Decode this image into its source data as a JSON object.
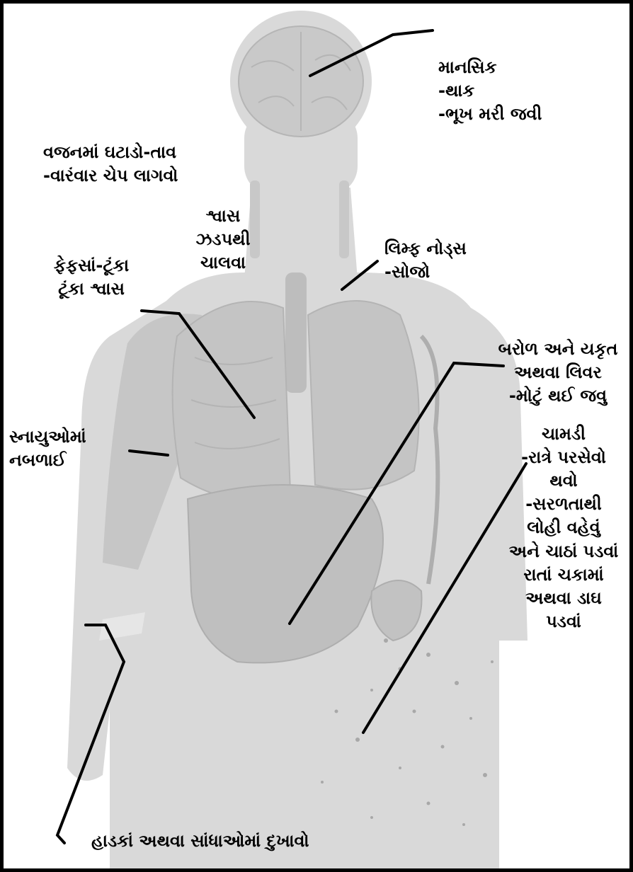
{
  "colors": {
    "background": "#ffffff",
    "frame": "#000000",
    "body_silhouette": "#d9d9d9",
    "organs": "#c4c4c4",
    "organ_detail": "#b0b0b0",
    "leader_lines": "#000000",
    "label_text": "#000000"
  },
  "labels": {
    "mental": "માનસિક\n-થાક\n-ભૂખ મરી જવી",
    "weight": "વજનમાં ઘટાડો-તાવ\n-વારંવાર ચેપ લાગવો",
    "breath": "શ્વાસ\nઝડપથી\nચાલવા",
    "lymph": "લિમ્ફ નોડ્સ\n-સોજો",
    "lungs": "ફેફસાં-ટૂંકા\nટૂંકા શ્વાસ",
    "spleen": "બરોળ અને યકૃત\nઅથવા લિવર\n-મોટું થઈ જવુ",
    "skin": "ચામડી\n-રાત્રે પરસેવો\nથવો\n-સરળતાથી\nલોહી વહેવું\nઅને ચાઠાં પડવાં\nરાતાં ચકામાં\nઅથવા ડાઘ\nપડવાં",
    "muscle": "સ્નાયુઓમાં\nનબળાઈ",
    "bones": "હાડકાં અથવા સાંધાઓમાં દુખાવો"
  }
}
